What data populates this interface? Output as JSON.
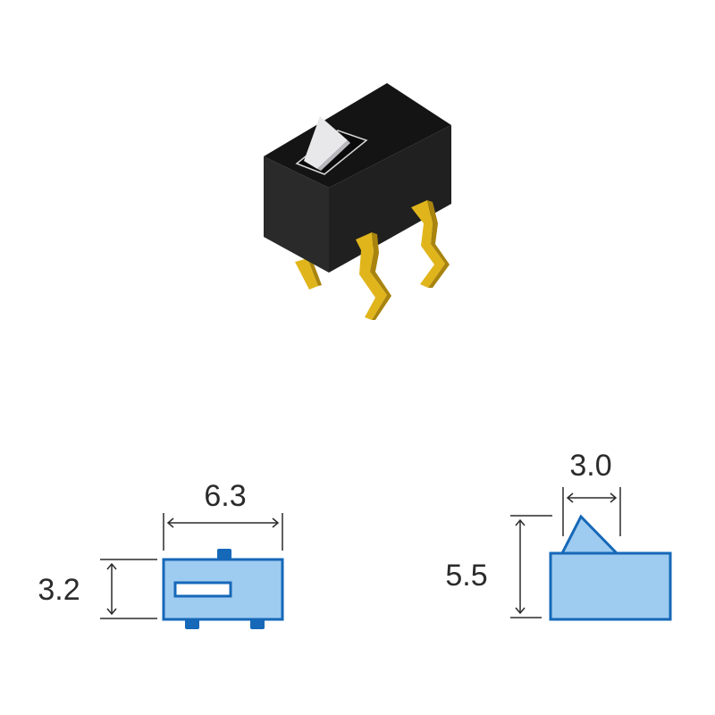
{
  "colors": {
    "body_front": "#2a2a2a",
    "body_top": "#141414",
    "body_side": "#202020",
    "lever": "#e8e8ea",
    "pin": "#e0b51c",
    "pin_shade": "#a8840e",
    "blueprint_fill": "#9ecbf0",
    "blueprint_stroke": "#1668b8",
    "dim_line": "#2b2b2b"
  },
  "dimensions": {
    "top_view": {
      "width_label": "6.3",
      "height_label": "3.2"
    },
    "side_view": {
      "lever_label": "3.0",
      "height_label": "5.5"
    }
  }
}
